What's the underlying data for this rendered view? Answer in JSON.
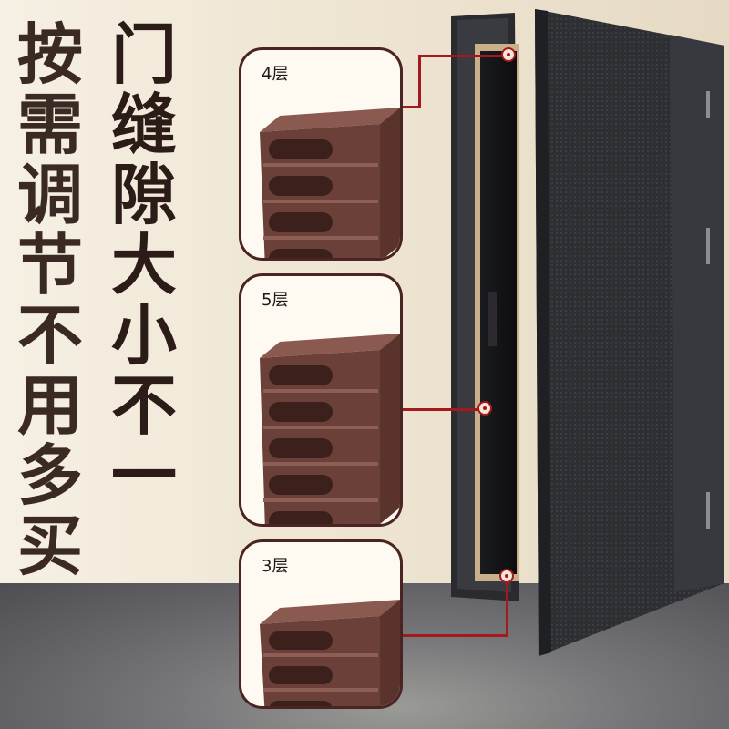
{
  "headline_left": [
    "按",
    "需",
    "调",
    "节",
    "不",
    "用",
    "多",
    "买"
  ],
  "headline_right": [
    "门",
    "缝",
    "隙",
    "大",
    "小",
    "不",
    "一"
  ],
  "cards": [
    {
      "label": "4层",
      "layers": 4
    },
    {
      "label": "5层",
      "layers": 5
    },
    {
      "label": "3层",
      "layers": 3
    }
  ],
  "colors": {
    "headline": "#2b1c17",
    "strip": "#6b4039",
    "strip_dark": "#3b201c",
    "connector": "#a4191d",
    "card_border": "#4a2422"
  },
  "icons": [
    "door-image",
    "seal-strip-icon"
  ]
}
